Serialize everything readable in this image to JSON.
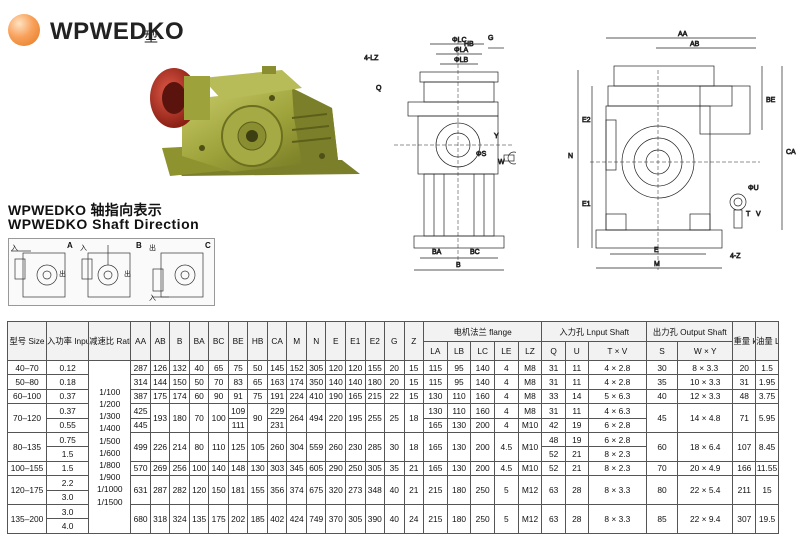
{
  "header": {
    "title": "WPWEDKO",
    "title_suffix": "型"
  },
  "drawing": {
    "side": {
      "labels": [
        "4-LZ",
        "LC",
        "LA",
        "LB",
        "HB",
        "G",
        "Q",
        "ΦS",
        "Y",
        "W",
        "BA",
        "BC",
        "B"
      ]
    },
    "front": {
      "labels": [
        "AA",
        "AB",
        "BE",
        "CA",
        "E2",
        "E1",
        "N",
        "ΦU",
        "T",
        "V",
        "E",
        "M",
        "4-Z"
      ]
    }
  },
  "shaft_direction": {
    "title_cn": "WPWEDKO 轴指向表示",
    "title_en": "WPWEDKO Shaft Direction",
    "panels": [
      {
        "letter": "A",
        "input": "入",
        "output": "出"
      },
      {
        "letter": "B",
        "input": "入",
        "output": "出"
      },
      {
        "letter": "C",
        "input": "入",
        "output": "出"
      }
    ]
  },
  "table": {
    "headers": {
      "size": "型号 Size",
      "input": "入功率 Input(KW)",
      "ratio": "减速比 Ratio",
      "dims": [
        "AA",
        "AB",
        "B",
        "BA",
        "BC",
        "BE",
        "HB",
        "CA",
        "M",
        "N",
        "E",
        "E1",
        "E2",
        "G",
        "Z"
      ],
      "flange_group": "电机法兰 flange",
      "flange": [
        "LA",
        "LB",
        "LC",
        "LE",
        "LZ"
      ],
      "input_shaft_group": "入力孔 Lnput Shaft",
      "input_shaft": [
        "Q",
        "U",
        "T × V"
      ],
      "output_shaft_group": "出力孔 Output Shaft",
      "output_shaft": [
        "S",
        "W × Y"
      ],
      "weight": "重量 kg",
      "oil": "油量 L"
    },
    "ratio_values": [
      "1/100",
      "1/200",
      "1/300",
      "1/400",
      "1/500",
      "1/600",
      "1/800",
      "1/900",
      "1/1000",
      "1/1500"
    ],
    "rows": [
      {
        "size": "40–70",
        "inputs": [
          "0.12"
        ],
        "dims": [
          "287",
          "126",
          "132",
          "40",
          "65",
          "75",
          "50",
          "145",
          "152",
          "305",
          "120",
          "120",
          "155",
          "20",
          "15"
        ],
        "flange": [
          [
            "115",
            "95",
            "140",
            "4",
            "M8"
          ]
        ],
        "ishaft": [
          [
            "31",
            "11",
            "4 × 2.8"
          ]
        ],
        "oshaft": [
          "30",
          "8 × 3.3"
        ],
        "weight": "20",
        "oil": "1.5"
      },
      {
        "size": "50–80",
        "inputs": [
          "0.18"
        ],
        "dims": [
          "314",
          "144",
          "150",
          "50",
          "70",
          "83",
          "65",
          "163",
          "174",
          "350",
          "140",
          "140",
          "180",
          "20",
          "15"
        ],
        "flange": [
          [
            "115",
            "95",
            "140",
            "4",
            "M8"
          ]
        ],
        "ishaft": [
          [
            "31",
            "11",
            "4 × 2.8"
          ]
        ],
        "oshaft": [
          "35",
          "10 × 3.3"
        ],
        "weight": "31",
        "oil": "1.95"
      },
      {
        "size": "60–100",
        "inputs": [
          "0.37"
        ],
        "dims": [
          "387",
          "175",
          "174",
          "60",
          "90",
          "91",
          "75",
          "191",
          "224",
          "410",
          "190",
          "165",
          "215",
          "22",
          "15"
        ],
        "flange": [
          [
            "130",
            "110",
            "160",
            "4",
            "M8"
          ]
        ],
        "ishaft": [
          [
            "33",
            "14",
            "5 × 6.3"
          ]
        ],
        "oshaft": [
          "40",
          "12 × 3.3"
        ],
        "weight": "48",
        "oil": "3.75"
      },
      {
        "size": "70–120",
        "inputs": [
          "0.37",
          "0.55"
        ],
        "dims": [
          [
            "425",
            "445"
          ],
          "193",
          "180",
          "70",
          "100",
          [
            "109",
            "111"
          ],
          "90",
          [
            "229",
            "231"
          ],
          "264",
          "494",
          "220",
          "195",
          "255",
          "25",
          "18"
        ],
        "flange": [
          [
            "130",
            "110",
            "160",
            "4",
            "M8"
          ],
          [
            "165",
            "130",
            "200",
            "4",
            "M10"
          ]
        ],
        "ishaft": [
          [
            "31",
            "11",
            "4 × 6.3"
          ],
          [
            "42",
            "19",
            "6 × 2.8"
          ]
        ],
        "oshaft": [
          "45",
          "14 × 4.8"
        ],
        "weight": "71",
        "oil": "5.95"
      },
      {
        "size": "80–135",
        "inputs": [
          "0.75",
          "1.5"
        ],
        "dims": [
          "499",
          "226",
          "214",
          "80",
          "110",
          "125",
          "105",
          "260",
          "304",
          "559",
          "260",
          "230",
          "285",
          "30",
          "18"
        ],
        "flange": [
          [
            "165",
            "130",
            "200",
            "4.5",
            "M10"
          ]
        ],
        "ishaft": [
          [
            "48",
            "19",
            "6 × 2.8"
          ],
          [
            "52",
            "21",
            "8 × 2.3"
          ]
        ],
        "oshaft": [
          "60",
          "18 × 6.4"
        ],
        "weight": "107",
        "oil": "8.45"
      },
      {
        "size": "100–155",
        "inputs": [
          "1.5"
        ],
        "dims": [
          "570",
          "269",
          "256",
          "100",
          "140",
          "148",
          "130",
          "303",
          "345",
          "605",
          "290",
          "250",
          "305",
          "35",
          "21"
        ],
        "flange": [
          [
            "165",
            "130",
            "200",
            "4.5",
            "M10"
          ]
        ],
        "ishaft": [
          [
            "52",
            "21",
            "8 × 2.3"
          ]
        ],
        "oshaft": [
          "70",
          "20 × 4.9"
        ],
        "weight": "166",
        "oil": "11.55"
      },
      {
        "size": "120–175",
        "inputs": [
          "2.2",
          "3.0"
        ],
        "dims": [
          "631",
          "287",
          "282",
          "120",
          "150",
          "181",
          "155",
          "356",
          "374",
          "675",
          "320",
          "273",
          "348",
          "40",
          "21"
        ],
        "flange": [
          [
            "215",
            "180",
            "250",
            "5",
            "M12"
          ]
        ],
        "ishaft": [
          [
            "63",
            "28",
            "8 × 3.3"
          ]
        ],
        "oshaft": [
          "80",
          "22 × 5.4"
        ],
        "weight": "211",
        "oil": "15"
      },
      {
        "size": "135–200",
        "inputs": [
          "3.0",
          "4.0"
        ],
        "dims": [
          "680",
          "318",
          "324",
          "135",
          "175",
          "202",
          "185",
          "402",
          "424",
          "749",
          "370",
          "305",
          "390",
          "40",
          "24"
        ],
        "flange": [
          [
            "215",
            "180",
            "250",
            "5",
            "M12"
          ]
        ],
        "ishaft": [
          [
            "63",
            "28",
            "8 × 3.3"
          ]
        ],
        "oshaft": [
          "85",
          "22 × 9.4"
        ],
        "weight": "307",
        "oil": "19.5"
      }
    ]
  },
  "colors": {
    "housing": "#9ea23a",
    "housing_dark": "#6b6f1f",
    "motor_red": "#c0392b",
    "header_bg": "#f2f2f2"
  }
}
